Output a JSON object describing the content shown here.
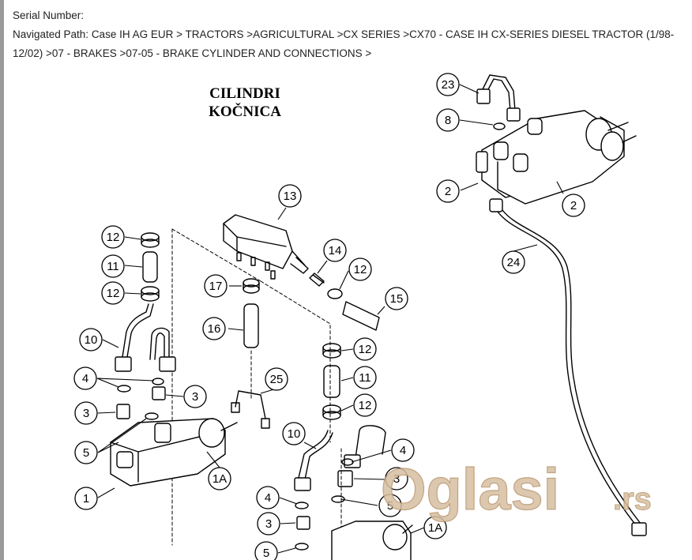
{
  "header": {
    "serial_label": "Serial Number:",
    "path_line1": "Navigated Path: Case IH AG EUR > TRACTORS >AGRICULTURAL >CX SERIES >CX70 - CASE IH CX-SERIES DIESEL TRACTOR (1/98-",
    "path_line2": "12/02) >07 - BRAKES >07-05 - BRAKE CYLINDER AND CONNECTIONS >"
  },
  "diagram": {
    "title_line1": "CILINDRI",
    "title_line2": "KOČNICA",
    "callouts": [
      "23",
      "8",
      "2",
      "2",
      "24",
      "13",
      "12",
      "11",
      "12",
      "14",
      "12",
      "17",
      "15",
      "16",
      "10",
      "12",
      "4",
      "3",
      "25",
      "11",
      "3",
      "12",
      "5",
      "10",
      "4",
      "1A",
      "3",
      "1",
      "4",
      "5",
      "3",
      "1A",
      "5"
    ]
  },
  "watermark": {
    "brand": "Oglasi",
    "tld": ".rs",
    "color": "#c9a882"
  }
}
